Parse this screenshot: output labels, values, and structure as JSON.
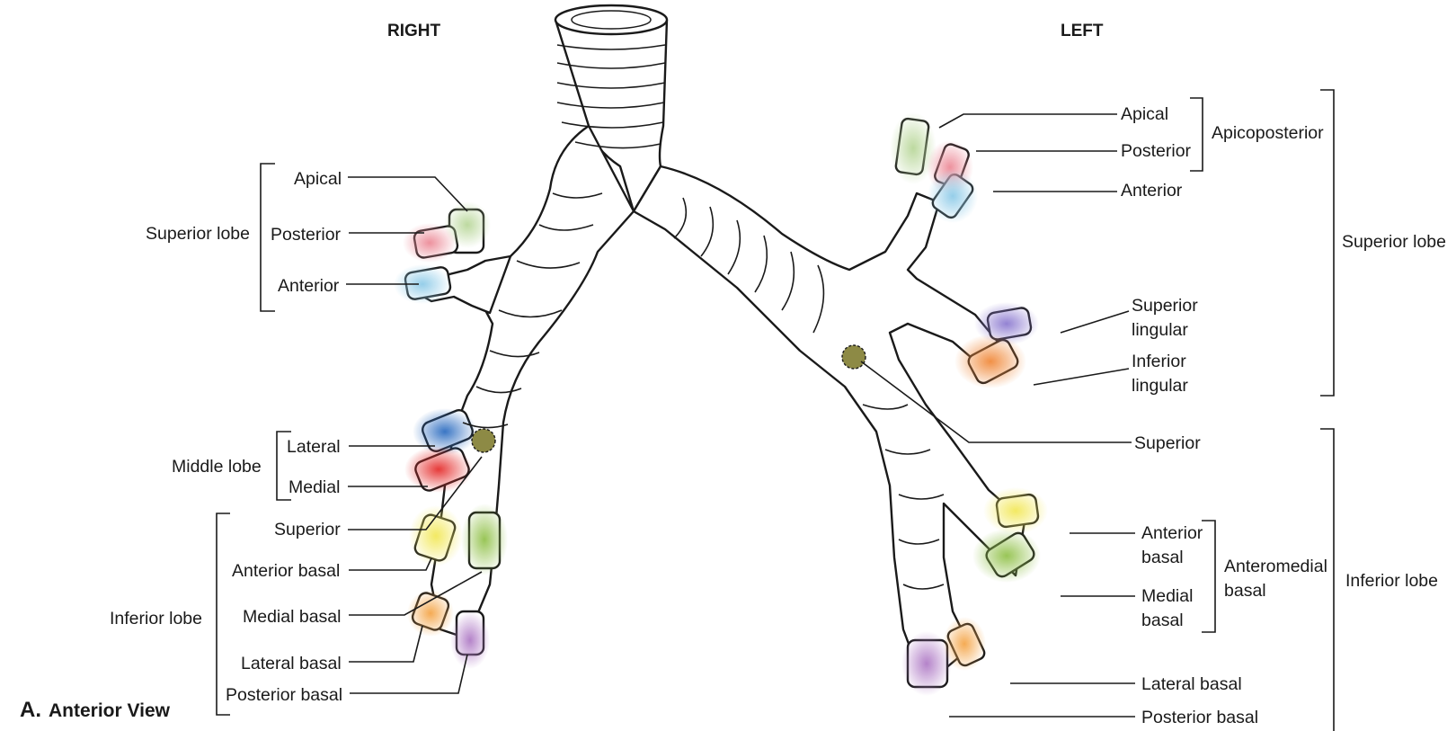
{
  "headers": {
    "right": "RIGHT",
    "left": "LEFT"
  },
  "caption": {
    "letter": "A.",
    "text": "Anterior View"
  },
  "right": {
    "superior_lobe": {
      "group": "Superior lobe",
      "apical": "Apical",
      "posterior": "Posterior",
      "anterior": "Anterior"
    },
    "middle_lobe": {
      "group": "Middle lobe",
      "lateral": "Lateral",
      "medial": "Medial"
    },
    "inferior_lobe": {
      "group": "Inferior lobe",
      "superior": "Superior",
      "anterior_basal": "Anterior basal",
      "medial_basal": "Medial basal",
      "lateral_basal": "Lateral basal",
      "posterior_basal": "Posterior basal"
    }
  },
  "left": {
    "superior_lobe": {
      "group": "Superior lobe",
      "apicoposterior": "Apicoposterior",
      "apical": "Apical",
      "posterior": "Posterior",
      "anterior": "Anterior",
      "superior_lingular": [
        "Superior",
        "lingular"
      ],
      "inferior_lingular": [
        "Inferior",
        "lingular"
      ]
    },
    "inferior_lobe": {
      "group": "Inferior lobe",
      "superior": "Superior",
      "anteromedial": [
        "Anteromedial",
        "basal"
      ],
      "anterior_basal": [
        "Anterior",
        "basal"
      ],
      "medial_basal": [
        "Medial",
        "basal"
      ],
      "lateral_basal": "Lateral basal",
      "posterior_basal": "Posterior basal"
    }
  },
  "colors": {
    "apical": "#b9d79a",
    "posterior": "#ec8b98",
    "anterior": "#8fcbe8",
    "middle_lateral": "#2f6ec1",
    "middle_medial": "#e5302f",
    "superior_segment": "#8d8a45",
    "anterior_basal": "#f2e85a",
    "medial_basal": "#93c24d",
    "lateral_basal": "#f4a64a",
    "posterior_basal": "#b07cc6",
    "superior_lingular": "#8d7bd0",
    "inferior_lingular": "#f08a3c"
  }
}
